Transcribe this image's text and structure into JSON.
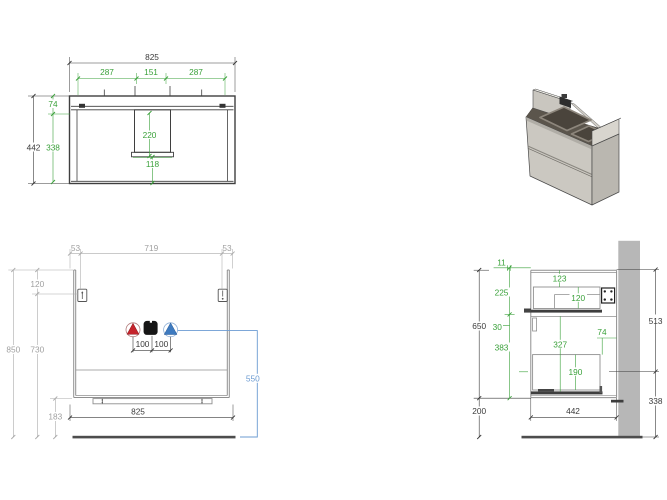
{
  "top_view": {
    "total_width": "825",
    "left_span": "287",
    "center_span": "151",
    "right_span": "287",
    "top_inset": "74",
    "total_depth": "442",
    "inner_depth": "338",
    "cutout_depth": "220",
    "cutout_to_front": "118"
  },
  "front_view": {
    "bracket_offset_left": "53",
    "bracket_span": "719",
    "bracket_offset_right": "53",
    "bracket_drop": "120",
    "total_height": "850",
    "bracket_height": "730",
    "supply_left": "100",
    "supply_right": "100",
    "drain_height": "550",
    "bottom_clearance": "183",
    "total_width": "825"
  },
  "side_view": {
    "wall_gap": "11",
    "upper_section": "225",
    "total_height": "650",
    "mid_gap": "30",
    "lower_section": "383",
    "floor_clearance": "200",
    "top_rail": "123",
    "upper_drawer": "120",
    "drawer_gap": "74",
    "lower_cavity": "327",
    "lower_drawer": "190",
    "total_depth": "442",
    "upper_height": "513",
    "lower_height": "338"
  },
  "symbols": {
    "hot_water": "hot-water-triangle",
    "drain": "drain-square",
    "cold_water": "cold-water-triangle"
  },
  "colors": {
    "dimension_green": "#3aa13a",
    "dimension_gray": "#a9a9a9",
    "dimension_black": "#3a3a3a",
    "waterline_blue": "#6b9bd2",
    "hot_red": "#c4232b",
    "cold_blue": "#3d7ac0",
    "wall_gray": "#b7b7b7",
    "cabinet_gray": "#8f8f8f",
    "floor_dark": "#4d4d4d"
  }
}
